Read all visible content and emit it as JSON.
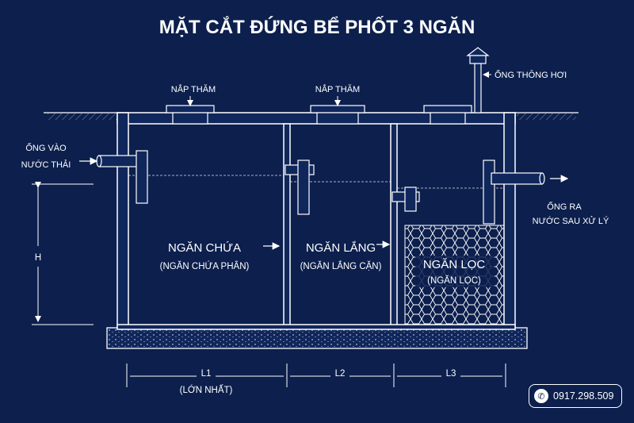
{
  "title": "MẶT CẮT ĐỨNG BỂ PHỐT 3 NGĂN",
  "labels": {
    "manhole_1": "NẮP THĂM",
    "manhole_2": "NẮP THĂM",
    "vent": "ỐNG THÔNG HƠI",
    "inlet_line1": "ỐNG VÀO",
    "inlet_line2": "NƯỚC THẢI",
    "outlet_line1": "ỐNG RA",
    "outlet_line2": "NƯỚC SAU XỬ LÝ",
    "height": "H"
  },
  "chambers": {
    "c1_name": "NGĂN CHỨA",
    "c1_sub": "(NGĂN CHỨA PHÂN)",
    "c2_name": "NGĂN LẮNG",
    "c2_sub": "(NGĂN LẮNG CẶN)",
    "c3_name": "NGĂN LỌC",
    "c3_sub": "(NGĂN LỌC)"
  },
  "dimensions": {
    "l1": "L1",
    "l1_note": "(LỚN NHẤT)",
    "l2": "L2",
    "l3": "L3"
  },
  "contact": {
    "phone": "0917.298.509",
    "icon": "phone-icon"
  },
  "colors": {
    "background": "#0c1f4d",
    "line": "#ffffff",
    "wall_fill": "#10275c"
  }
}
